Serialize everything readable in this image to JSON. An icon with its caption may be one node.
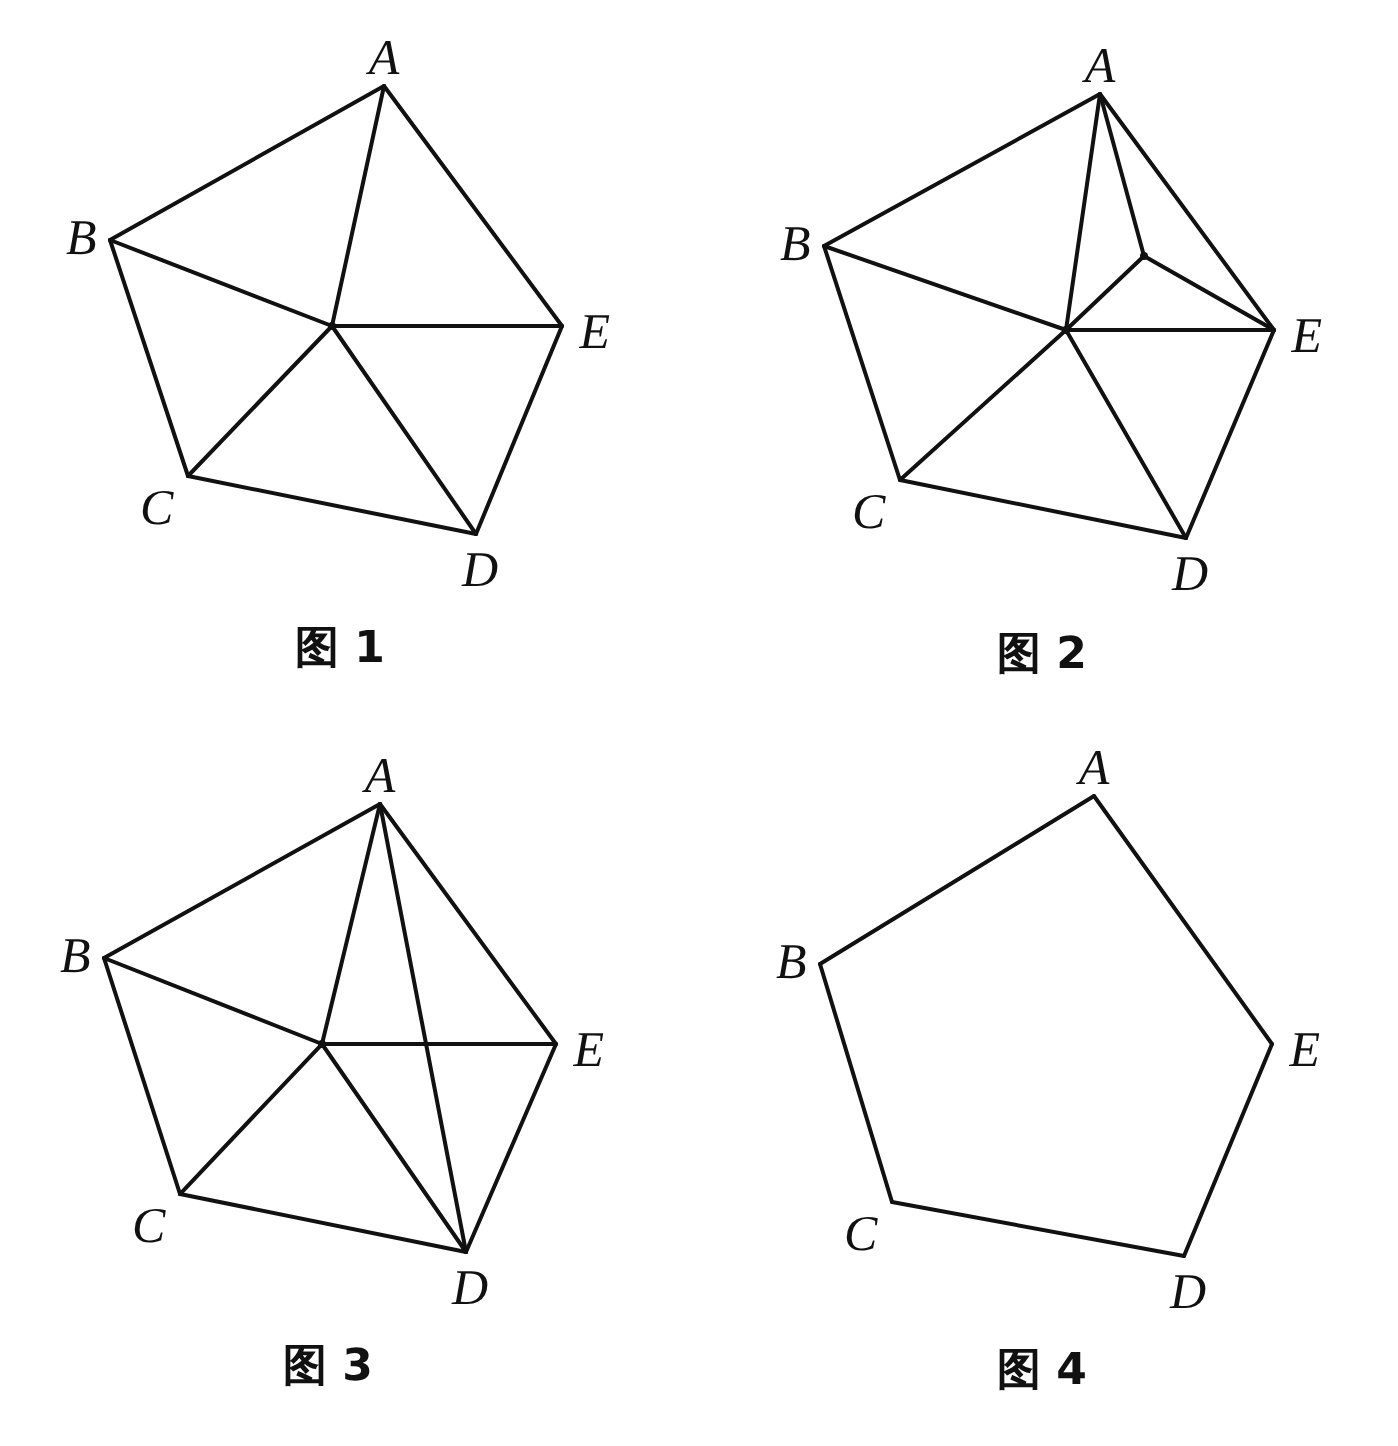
{
  "diagram": {
    "nodes": [
      {
        "text": [
          "A"
        ]
      },
      {
        "text": [
          "B"
        ]
      },
      {
        "text": [
          "E"
        ]
      },
      {
        "text": [
          "C"
        ]
      },
      {
        "text": [
          "D"
        ]
      },
      {
        "text": [],
        "shape": "point"
      },
      {
        "text": [
          "A"
        ]
      },
      {
        "text": [
          "B"
        ]
      },
      {
        "text": [
          "E"
        ]
      },
      {
        "text": [
          "C"
        ]
      },
      {
        "text": [
          "D"
        ]
      },
      {
        "text": [],
        "shape": "point"
      },
      {
        "text": [],
        "shape": "point"
      },
      {
        "text": [
          "A"
        ]
      },
      {
        "text": [
          "B"
        ]
      },
      {
        "text": [
          "E"
        ]
      },
      {
        "text": [
          "C"
        ]
      },
      {
        "text": [
          "D"
        ]
      },
      {
        "text": [],
        "shape": "point"
      },
      {
        "text": [
          "A"
        ]
      },
      {
        "text": [
          "B"
        ]
      },
      {
        "text": [
          "E"
        ]
      },
      {
        "text": [
          "C"
        ]
      },
      {
        "text": [
          "D"
        ]
      }
    ],
    "edges": [
      {
        "from": 0,
        "to": 1,
        "arrow": "none"
      },
      {
        "from": 1,
        "to": 3,
        "arrow": "none"
      },
      {
        "from": 3,
        "to": 4,
        "arrow": "none"
      },
      {
        "from": 4,
        "to": 2,
        "arrow": "none"
      },
      {
        "from": 2,
        "to": 0,
        "arrow": "none"
      },
      {
        "from": 5,
        "to": 0,
        "arrow": "none"
      },
      {
        "from": 5,
        "to": 1,
        "arrow": "none"
      },
      {
        "from": 5,
        "to": 3,
        "arrow": "none"
      },
      {
        "from": 5,
        "to": 4,
        "arrow": "none"
      },
      {
        "from": 5,
        "to": 2,
        "arrow": "none"
      },
      {
        "from": 6,
        "to": 7,
        "arrow": "none"
      },
      {
        "from": 7,
        "to": 9,
        "arrow": "none"
      },
      {
        "from": 9,
        "to": 10,
        "arrow": "none"
      },
      {
        "from": 10,
        "to": 8,
        "arrow": "none"
      },
      {
        "from": 8,
        "to": 6,
        "arrow": "none"
      },
      {
        "from": 11,
        "to": 6,
        "arrow": "none"
      },
      {
        "from": 11,
        "to": 7,
        "arrow": "none"
      },
      {
        "from": 11,
        "to": 9,
        "arrow": "none"
      },
      {
        "from": 11,
        "to": 10,
        "arrow": "none"
      },
      {
        "from": 11,
        "to": 8,
        "arrow": "none"
      },
      {
        "from": 6,
        "to": 12,
        "arrow": "none"
      },
      {
        "from": 12,
        "to": 8,
        "arrow": "none"
      },
      {
        "from": 11,
        "to": 12,
        "arrow": "none"
      },
      {
        "from": 13,
        "to": 14,
        "arrow": "none"
      },
      {
        "from": 14,
        "to": 16,
        "arrow": "none"
      },
      {
        "from": 16,
        "to": 17,
        "arrow": "none"
      },
      {
        "from": 17,
        "to": 15,
        "arrow": "none"
      },
      {
        "from": 15,
        "to": 13,
        "arrow": "none"
      },
      {
        "from": 18,
        "to": 13,
        "arrow": "none"
      },
      {
        "from": 18,
        "to": 14,
        "arrow": "none"
      },
      {
        "from": 18,
        "to": 16,
        "arrow": "none"
      },
      {
        "from": 18,
        "to": 17,
        "arrow": "none"
      },
      {
        "from": 18,
        "to": 15,
        "arrow": "none"
      },
      {
        "from": 13,
        "to": 17,
        "arrow": "none"
      },
      {
        "from": 19,
        "to": 20,
        "arrow": "none"
      },
      {
        "from": 20,
        "to": 22,
        "arrow": "none"
      },
      {
        "from": 22,
        "to": 23,
        "arrow": "none"
      },
      {
        "from": 23,
        "to": 21,
        "arrow": "none"
      },
      {
        "from": 21,
        "to": 19,
        "arrow": "none"
      }
    ],
    "labels": [
      "图 1",
      "图 2",
      "图 3",
      "图 4"
    ]
  }
}
